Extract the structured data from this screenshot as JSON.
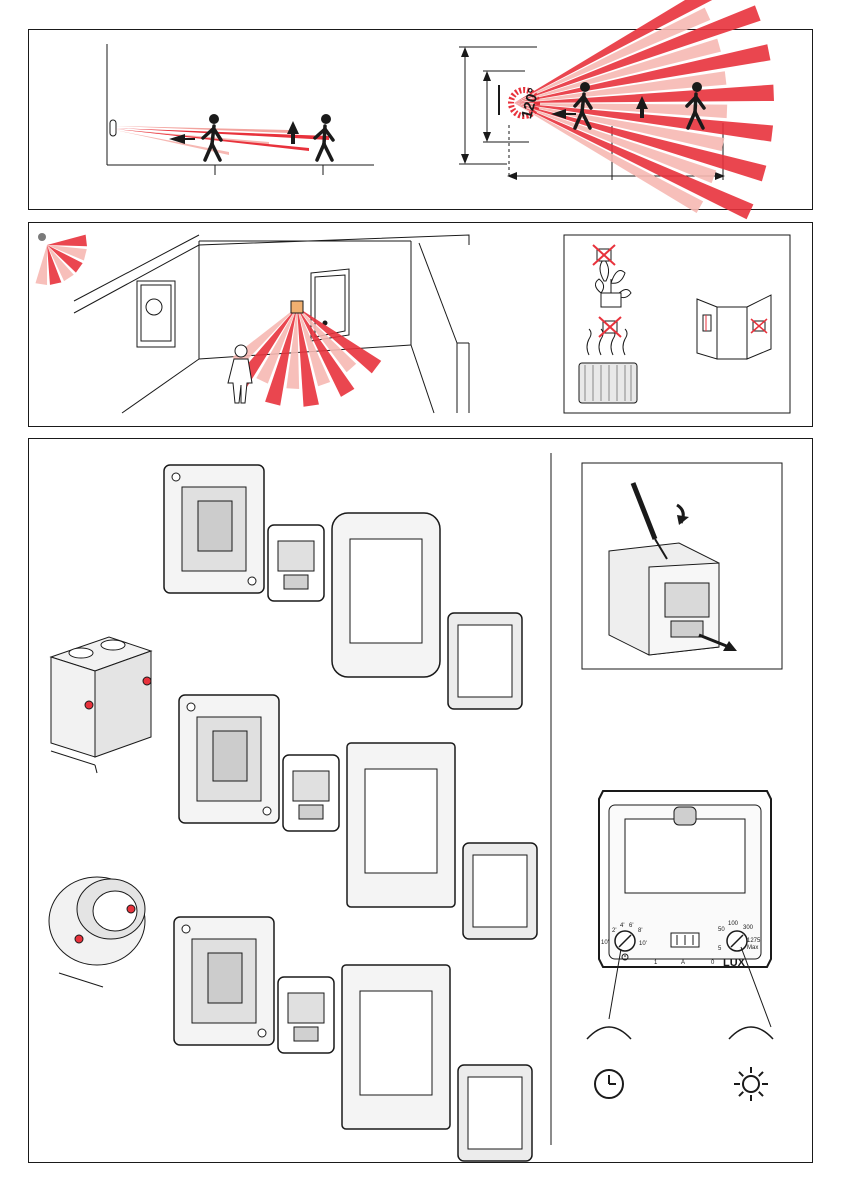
{
  "coverage": {
    "angle_label": "120°"
  },
  "settings": {
    "timer_dial": {
      "ticks": [
        "2'",
        "4'",
        "6'",
        "8'",
        "10\"",
        "10'"
      ],
      "left_value": "1",
      "right_value": "0",
      "center_label": "A"
    },
    "lux_dial": {
      "ticks": [
        "50",
        "100",
        "300",
        "5",
        "1275",
        "Max"
      ],
      "label": "LUX"
    }
  },
  "colors": {
    "beam_red": "#e8323c",
    "beam_light": "#f6b8b3",
    "line": "#1a1a1a",
    "indicator_grey": "#7a7a7a"
  },
  "icons": {
    "timer": "clock-icon",
    "lux": "sun-icon"
  }
}
